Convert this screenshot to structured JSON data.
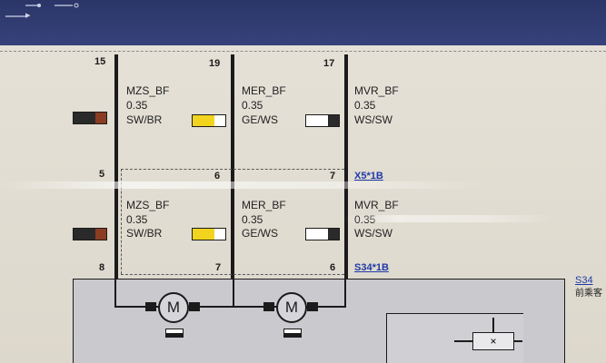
{
  "top_arrow_glyph": "▸",
  "cells": [
    {
      "pin_top": "15",
      "pin_bottom": "5",
      "name": "MZS_BF",
      "size": "0.35",
      "color_code": "SW/BR"
    },
    {
      "pin_top": "19",
      "pin_bottom": "6",
      "name": "MER_BF",
      "size": "0.35",
      "color_code": "GE/WS"
    },
    {
      "pin_top": "17",
      "pin_bottom": "7",
      "name": "MVR_BF",
      "size": "0.35",
      "color_code": "WS/SW"
    }
  ],
  "cells_lower": [
    {
      "pin_top": "5",
      "pin_bottom": "8",
      "name": "MZS_BF",
      "size": "0.35",
      "color_code": "SW/BR"
    },
    {
      "pin_top": "6",
      "pin_bottom": "7",
      "name": "MER_BF",
      "size": "0.35",
      "color_code": "GE/WS"
    },
    {
      "pin_top": "7",
      "pin_bottom": "6",
      "name": "MVR_BF",
      "size": "0.35",
      "color_code": "WS/SW"
    }
  ],
  "connectors": {
    "x5": "X5*1B",
    "s34_link": "S34*1B"
  },
  "component": {
    "id": "S34",
    "label": "前乘客"
  },
  "motor_glyph": "M",
  "box_glyph": "×",
  "colors": {
    "sw": "#2a2a2a",
    "br": "#8a3d22",
    "ge": "#f2d41f",
    "ws": "#ffffff",
    "topbar": "#2b3568"
  }
}
